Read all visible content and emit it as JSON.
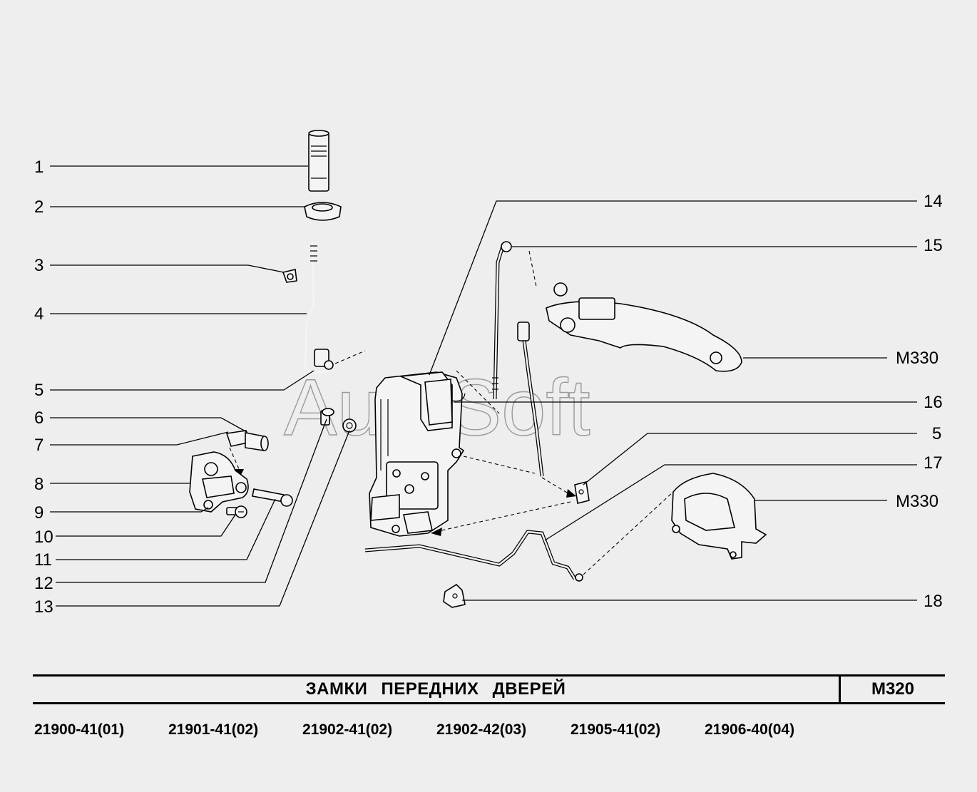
{
  "watermark": "AutoSoft",
  "callouts": {
    "left": [
      "1",
      "2",
      "3",
      "4",
      "5",
      "6",
      "7",
      "8",
      "9",
      "10",
      "11",
      "12",
      "13"
    ],
    "right": [
      "14",
      "15",
      "M330",
      "16",
      "5",
      "17",
      "M330",
      "18"
    ]
  },
  "title": "ЗАМКИ   ПЕРЕДНИХ   ДВЕРЕЙ",
  "code": "M320",
  "models": [
    "21900-41(01)",
    "21901-41(02)",
    "21902-41(02)",
    "21902-42(03)",
    "21905-41(02)",
    "21906-40(04)"
  ]
}
